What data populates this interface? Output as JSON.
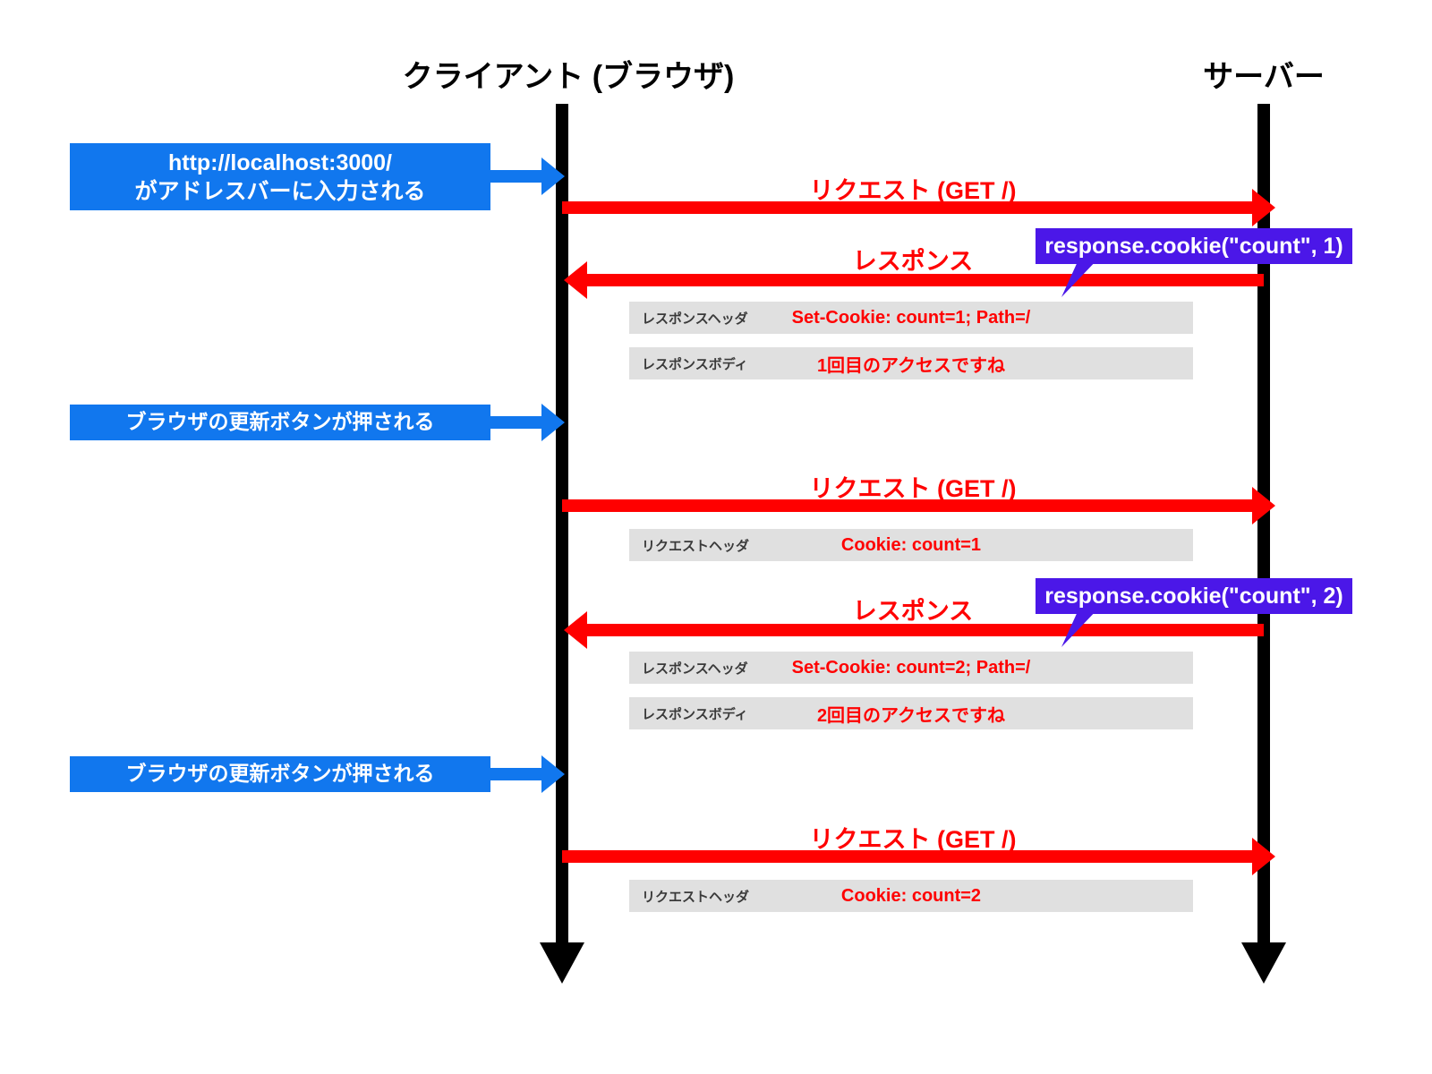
{
  "diagram": {
    "title": "HTTP Cookie sequence diagram",
    "actors": {
      "client": "クライアント (ブラウザ)",
      "server": "サーバー"
    },
    "colors": {
      "blue": "#1177EE",
      "red": "#FF0000",
      "purple": "#4B17E8",
      "gray": "#E0E0E0",
      "black": "#000000"
    }
  },
  "events": {
    "e1_line1": "http://localhost:3000/",
    "e1_line2": "がアドレスバーに入力される",
    "e2": "ブラウザの更新ボタンが押される",
    "e3": "ブラウザの更新ボタンが押される"
  },
  "messages": {
    "m1_request": "リクエスト (GET /)",
    "m2_response": "レスポンス",
    "m3_request": "リクエスト (GET /)",
    "m4_response": "レスポンス",
    "m5_request": "リクエスト (GET /)"
  },
  "details": {
    "r1": {
      "key": "レスポンスヘッダ",
      "value": "Set-Cookie: count=1; Path=/"
    },
    "r2": {
      "key": "レスポンスボディ",
      "value": "1回目のアクセスですね"
    },
    "r3": {
      "key": "リクエストヘッダ",
      "value": "Cookie: count=1"
    },
    "r4": {
      "key": "レスポンスヘッダ",
      "value": "Set-Cookie: count=2; Path=/"
    },
    "r5": {
      "key": "レスポンスボディ",
      "value": "2回目のアクセスですね"
    },
    "r6": {
      "key": "リクエストヘッダ",
      "value": "Cookie: count=2"
    }
  },
  "callouts": {
    "c1": "response.cookie(\"count\", 1)",
    "c2": "response.cookie(\"count\", 2)"
  }
}
